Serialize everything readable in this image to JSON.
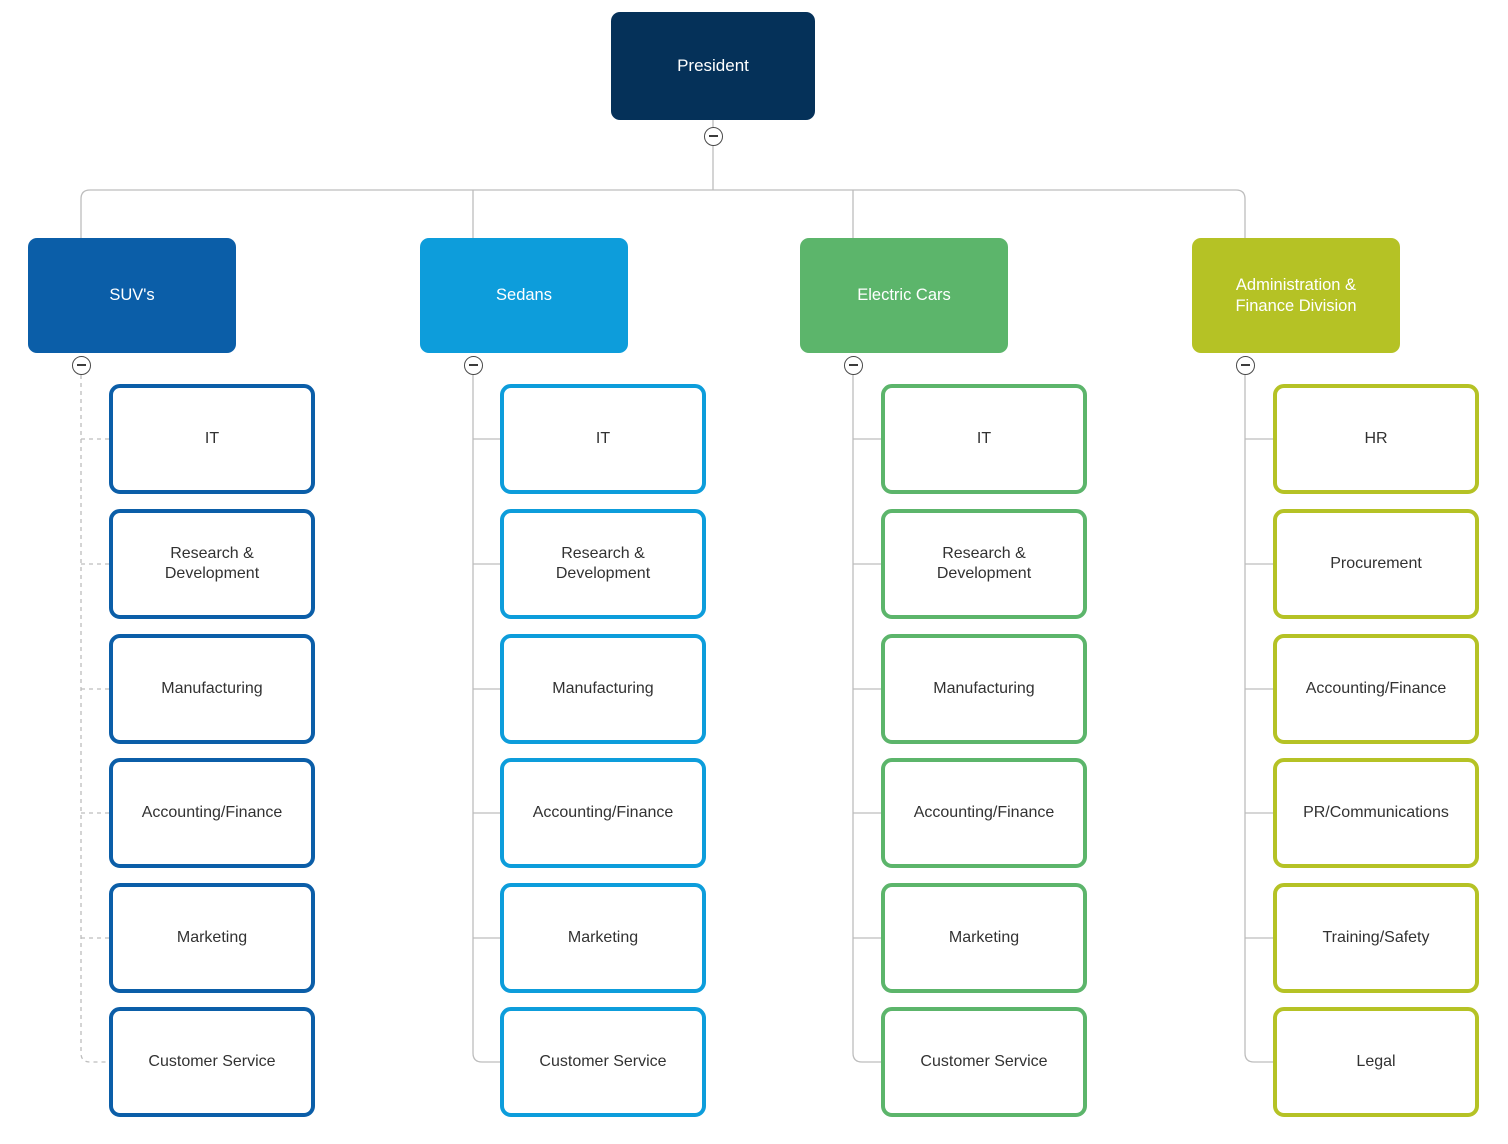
{
  "diagram": {
    "type": "organizational-chart",
    "title": "President",
    "background": "#ffffff",
    "colors": {
      "root_navy": "#053159",
      "suv_blue": "#0b5ea8",
      "sedan_cyan": "#0d9ddb",
      "electric_green": "#5cb56b",
      "admin_olive": "#b5c225",
      "connector_gray": "#bdbdbd",
      "leaf_text": "#323232",
      "node_text": "#ffffff"
    },
    "toggle_icon": "minus-circle-icon"
  },
  "root": {
    "label": "President",
    "color": "#053159",
    "toggle": "minus-circle-icon"
  },
  "divisions": [
    {
      "label": "SUV's",
      "color": "#0b5ea8",
      "connector_style": "dashed",
      "toggle": "minus-circle-icon",
      "children": [
        {
          "label": "IT"
        },
        {
          "label": "Research &\nDevelopment"
        },
        {
          "label": "Manufacturing"
        },
        {
          "label": "Accounting/Finance"
        },
        {
          "label": "Marketing"
        },
        {
          "label": "Customer Service"
        }
      ]
    },
    {
      "label": "Sedans",
      "color": "#0d9ddb",
      "connector_style": "solid",
      "toggle": "minus-circle-icon",
      "children": [
        {
          "label": "IT"
        },
        {
          "label": "Research &\nDevelopment"
        },
        {
          "label": "Manufacturing"
        },
        {
          "label": "Accounting/Finance"
        },
        {
          "label": "Marketing"
        },
        {
          "label": "Customer Service"
        }
      ]
    },
    {
      "label": "Electric Cars",
      "color": "#5cb56b",
      "connector_style": "solid",
      "toggle": "minus-circle-icon",
      "children": [
        {
          "label": "IT"
        },
        {
          "label": "Research &\nDevelopment"
        },
        {
          "label": "Manufacturing"
        },
        {
          "label": "Accounting/Finance"
        },
        {
          "label": "Marketing"
        },
        {
          "label": "Customer Service"
        }
      ]
    },
    {
      "label": "Administration &\nFinance Division",
      "color": "#b5c225",
      "connector_style": "solid",
      "toggle": "minus-circle-icon",
      "children": [
        {
          "label": "HR"
        },
        {
          "label": "Procurement"
        },
        {
          "label": "Accounting/Finance"
        },
        {
          "label": "PR/Communications"
        },
        {
          "label": "Training/Safety"
        },
        {
          "label": "Legal"
        }
      ]
    }
  ]
}
